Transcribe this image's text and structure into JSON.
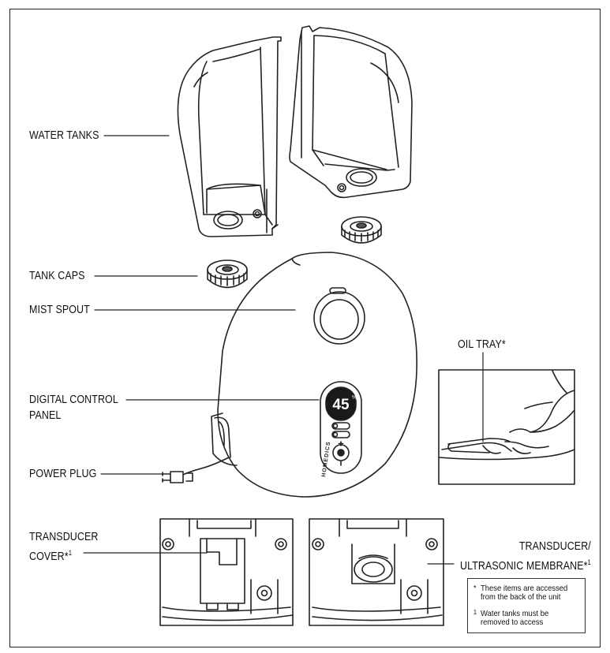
{
  "labels": {
    "water_tanks": "WATER TANKS",
    "tank_caps": "TANK CAPS",
    "mist_spout": "MIST SPOUT",
    "control_panel_line1": "DIGITAL CONTROL",
    "control_panel_line2": "PANEL",
    "power_plug": "POWER PLUG",
    "oil_tray": "OIL TRAY*",
    "transducer_cover_line1": "TRANSDUCER",
    "transducer_cover_line2": "COVER*",
    "transducer_cover_sup": "1",
    "membrane_line1": "TRANSDUCER/",
    "membrane_line2": "ULTRASONIC MEMBRANE*",
    "membrane_sup": "1"
  },
  "display": {
    "value": "45",
    "unit": "%"
  },
  "brand": "HOMEDICS",
  "notes": {
    "star_mark": "*",
    "star_line1": "These items are accessed",
    "star_line2": "from the back of the unit",
    "one_mark": "1",
    "one_line1": "Water tanks must be",
    "one_line2": "removed to access"
  }
}
